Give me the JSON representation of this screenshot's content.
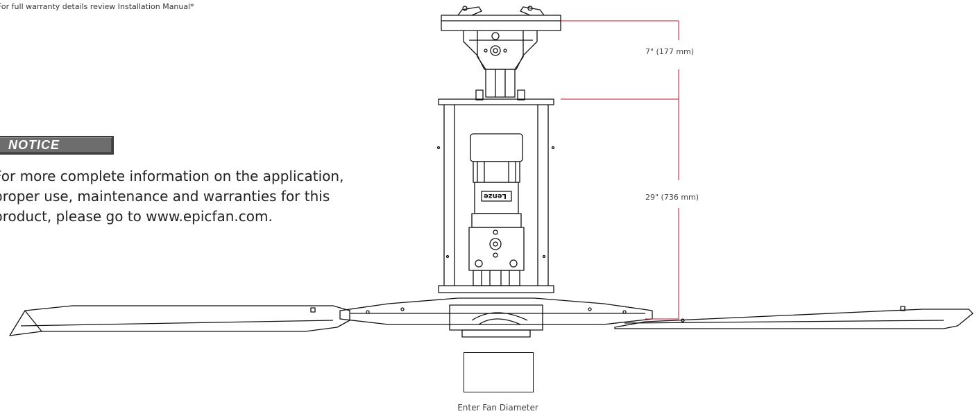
{
  "warranty_note": "For full warranty details review Installation Manual*",
  "notice": {
    "label": "NOTICE",
    "lines": [
      "For more complete information on the application,",
      "proper use, maintenance and warranties for this",
      "product, please go to www.epicfan.com."
    ]
  },
  "dimensions": {
    "upper": "7\" (177 mm)",
    "lower": "29\" (736 mm)"
  },
  "motor_brand": "Lenze",
  "diameter_caption": "Enter Fan Diameter",
  "colors": {
    "dimension_line": "#c8102e",
    "notice_bg": "#6d6d6d",
    "line_art": "#111111"
  }
}
